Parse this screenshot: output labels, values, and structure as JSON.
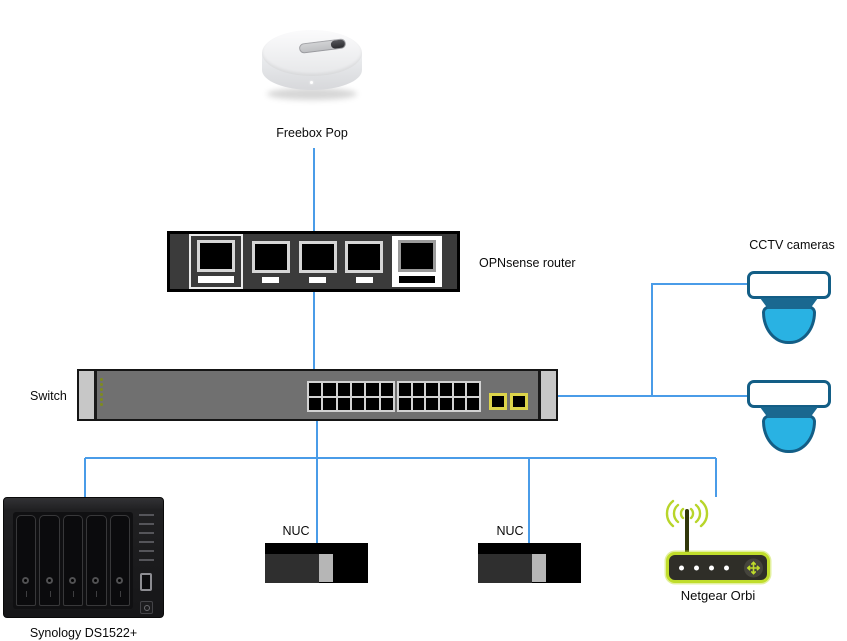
{
  "diagram": {
    "type": "home-network-topology",
    "nodes": [
      {
        "id": "freebox",
        "label": "Freebox Pop",
        "kind": "isp-modem"
      },
      {
        "id": "opnsense",
        "label": "OPNsense router",
        "kind": "router",
        "ports": 5
      },
      {
        "id": "switch",
        "label": "Switch",
        "kind": "network-switch",
        "ethernet_ports": 24,
        "sfp_ports": 2
      },
      {
        "id": "cctv",
        "label": "CCTV cameras",
        "kind": "camera-group",
        "count": 2
      },
      {
        "id": "nas",
        "label": "Synology DS1522+",
        "kind": "nas",
        "drive_bays": 5
      },
      {
        "id": "nuc1",
        "label": "NUC",
        "kind": "mini-pc"
      },
      {
        "id": "nuc2",
        "label": "NUC",
        "kind": "mini-pc"
      },
      {
        "id": "orbi",
        "label": "Netgear Orbi",
        "kind": "wifi-access-point",
        "status_leds": 4
      }
    ],
    "edges": [
      {
        "from": "freebox",
        "to": "opnsense"
      },
      {
        "from": "opnsense",
        "to": "switch"
      },
      {
        "from": "switch",
        "to": "cctv-camera-1"
      },
      {
        "from": "switch",
        "to": "cctv-camera-2"
      },
      {
        "from": "switch",
        "to": "nas"
      },
      {
        "from": "switch",
        "to": "nuc1"
      },
      {
        "from": "switch",
        "to": "nuc2"
      },
      {
        "from": "switch",
        "to": "orbi"
      }
    ],
    "colors": {
      "link_blue": "#4a9ce8",
      "camera_outline": "#135e86",
      "camera_dome": "#29b2e3",
      "orbi_accent": "#c0dd2b",
      "sfp_yellow": "#dcd44a",
      "switch_led_green": "#7e8b1d"
    }
  }
}
